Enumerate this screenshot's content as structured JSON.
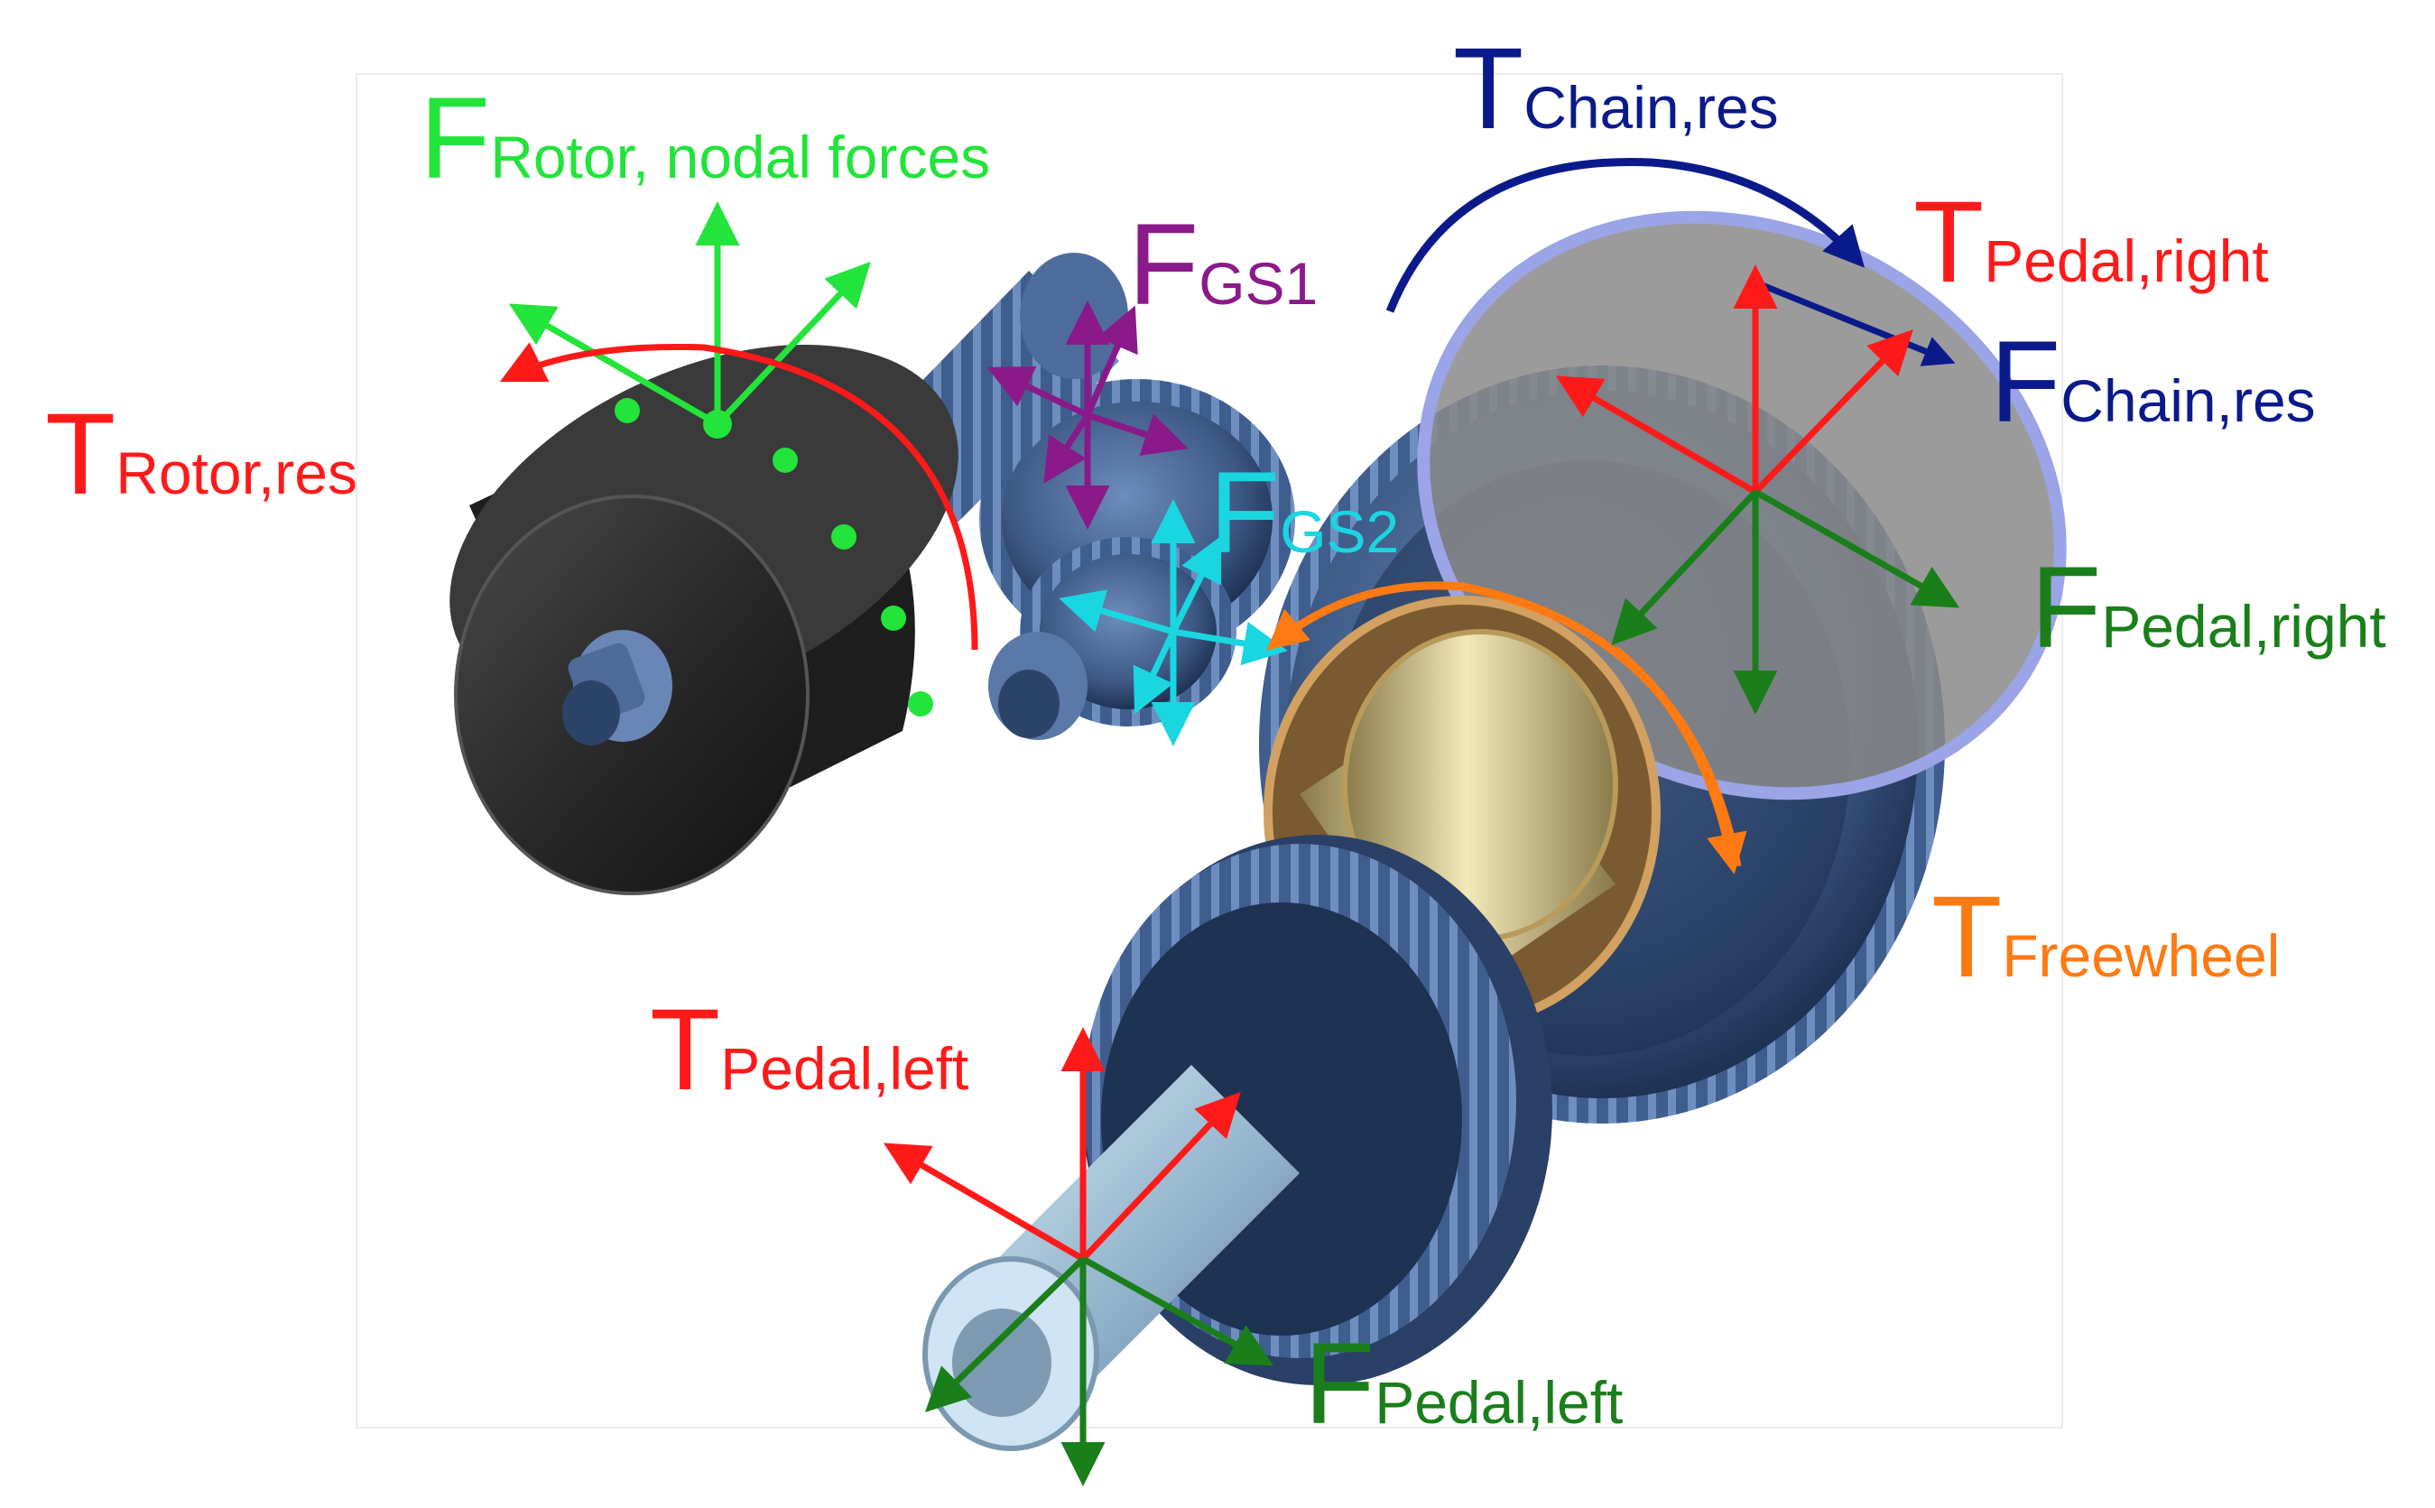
{
  "colors": {
    "green_light": "#22e43a",
    "green_dark": "#1a7f1a",
    "red": "#ff1a1a",
    "navy": "#0b1a8a",
    "purple": "#8a1a8a",
    "cyan": "#1ad6e0",
    "orange": "#ff7a12",
    "metal": "#4f6c98",
    "rotor": "#2a2a2a"
  },
  "labels": {
    "f_rotor": {
      "main": "F",
      "sub": "Rotor, nodal forces"
    },
    "t_rotor": {
      "main": "T",
      "sub": "Rotor,res"
    },
    "f_gs1": {
      "main": "F",
      "sub": "GS1"
    },
    "f_gs2": {
      "main": "F",
      "sub": "GS2"
    },
    "t_chain": {
      "main": "T",
      "sub": "Chain,res"
    },
    "t_pedal_right": {
      "main": "T",
      "sub": "Pedal,right"
    },
    "f_chain": {
      "main": "F",
      "sub": "Chain,res"
    },
    "f_pedal_right": {
      "main": "F",
      "sub": "Pedal,right"
    },
    "t_freewheel": {
      "main": "T",
      "sub": "Freewheel"
    },
    "t_pedal_left": {
      "main": "T",
      "sub": "Pedal,left"
    },
    "f_pedal_left": {
      "main": "F",
      "sub": "Pedal,left"
    }
  }
}
